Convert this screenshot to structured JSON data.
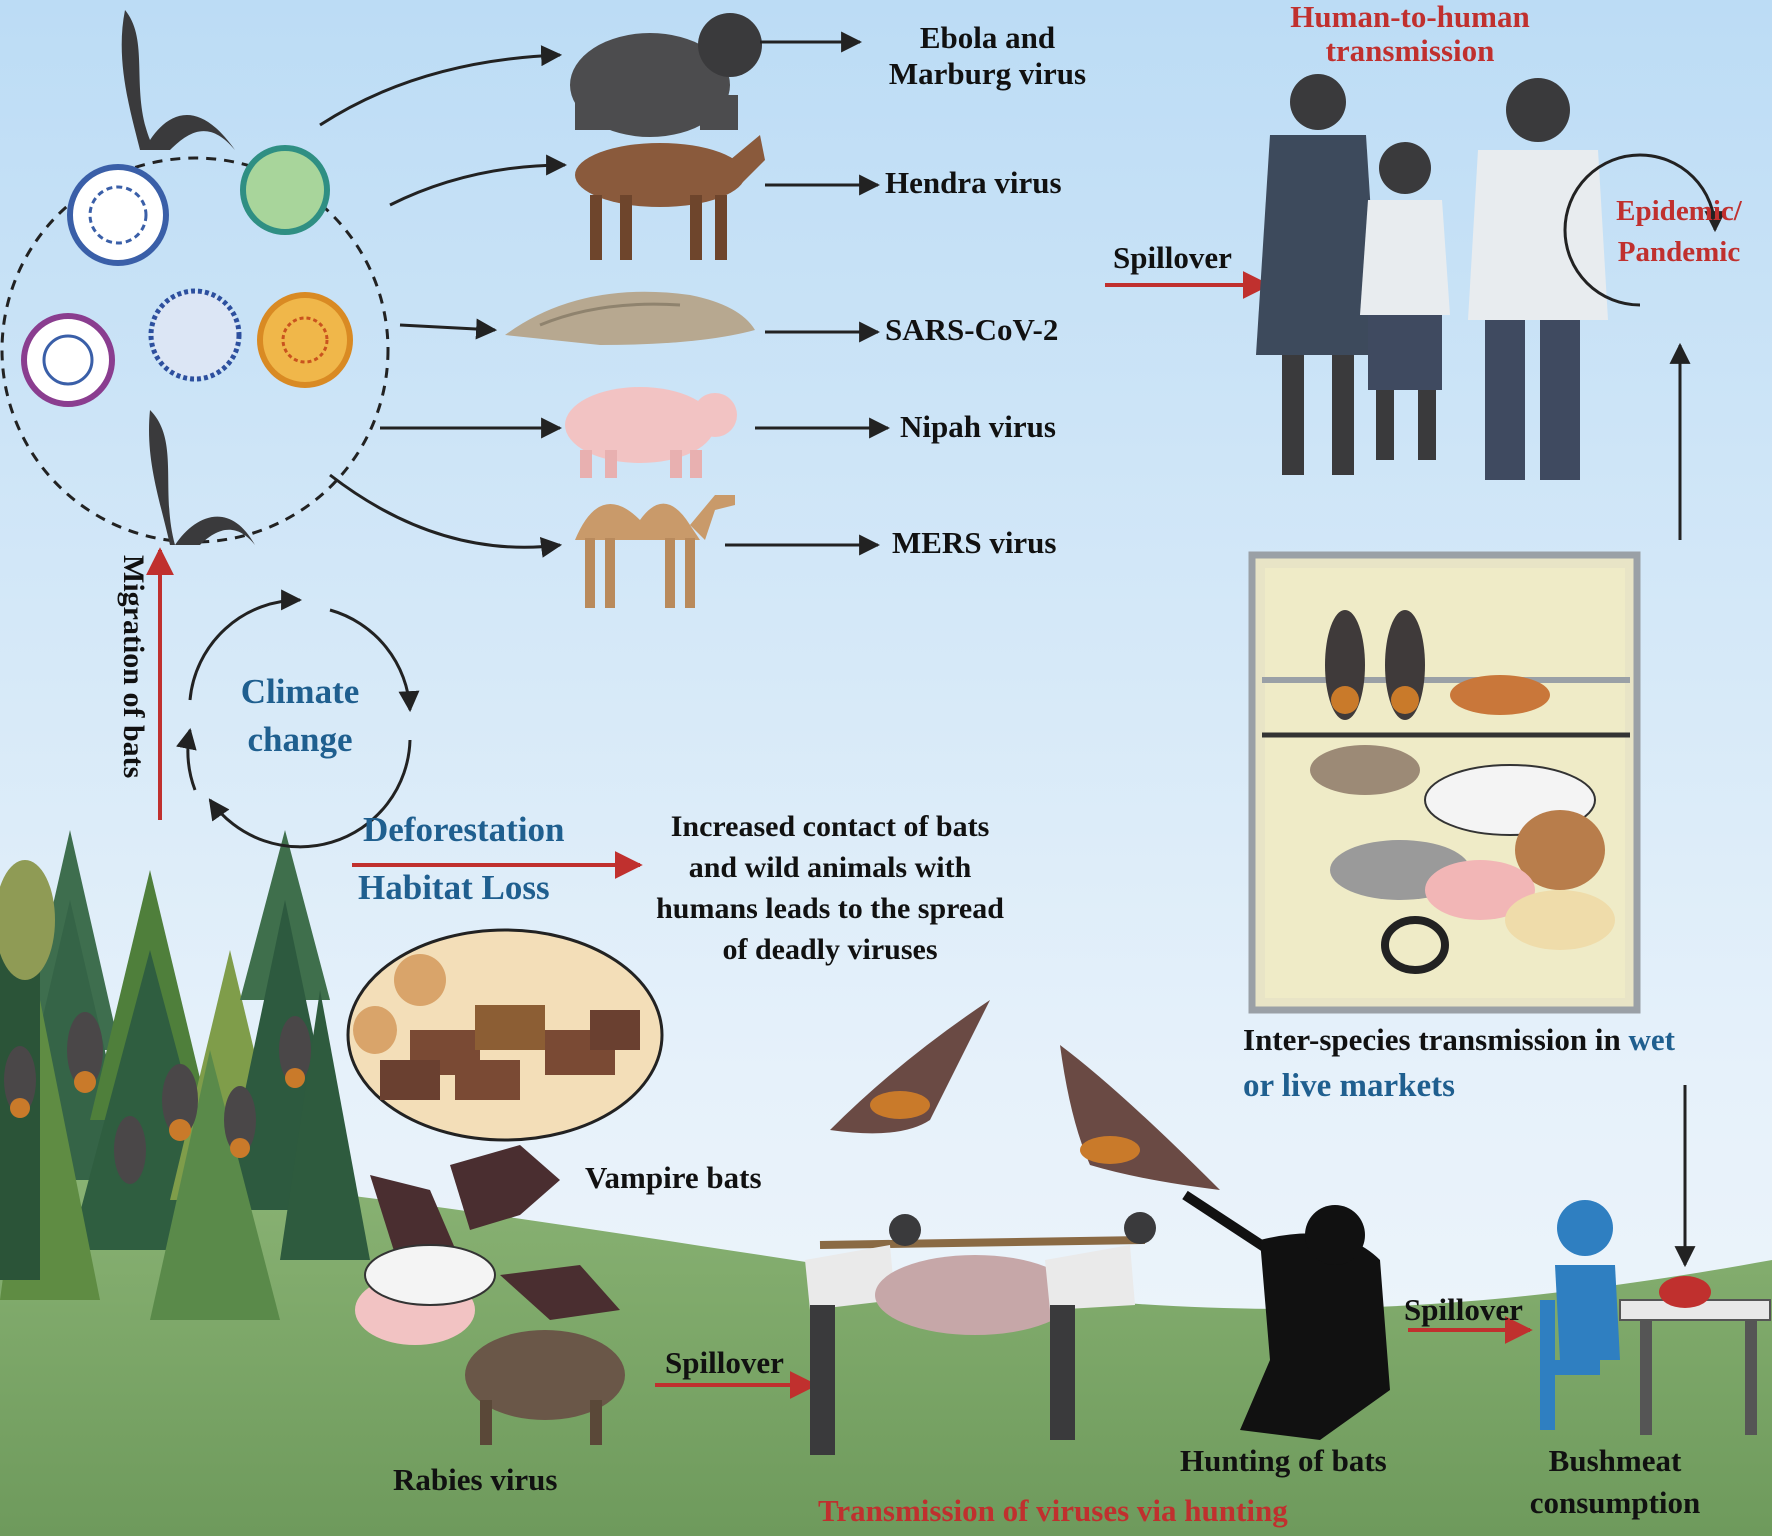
{
  "reservoir": {
    "viruses": [
      "coronavirus-blue",
      "virus-green",
      "virus-purple",
      "virus-blue-dots",
      "virus-orange"
    ]
  },
  "spillover_targets": [
    {
      "animal": "gorilla",
      "virus": "Ebola and Marburg virus"
    },
    {
      "animal": "horse",
      "virus": "Hendra virus"
    },
    {
      "animal": "pangolin",
      "virus": "SARS-CoV-2"
    },
    {
      "animal": "pig",
      "virus": "Nipah virus"
    },
    {
      "animal": "camel",
      "virus": "MERS virus"
    }
  ],
  "labels": {
    "human_to_human": "Human-to-human transmission",
    "spillover": "Spillover",
    "epidemic": "Epidemic/",
    "pandemic": "Pandemic",
    "migration": "Migration of bats",
    "climate_1": "Climate",
    "climate_2": "change",
    "deforestation": "Deforestation",
    "habitat_loss": "Habitat Loss",
    "contact_1": "Increased contact of bats",
    "contact_2": "and wild animals with",
    "contact_3": "humans leads to the spread",
    "contact_4": "of deadly viruses",
    "vampire_bats": "Vampire bats",
    "rabies": "Rabies virus",
    "wet_market_1": "Inter-species transmission in",
    "wet_market_wet": "wet",
    "wet_market_2": "or live markets",
    "hunting": "Hunting of bats",
    "bushmeat_1": "Bushmeat",
    "bushmeat_2": "consumption",
    "via_hunting": "Transmission of viruses via hunting",
    "spillover_hunters": "Spillover",
    "spillover_bushmeat": "Spillover"
  },
  "colors": {
    "sky_top": "#bcdcf5",
    "sky_bottom": "#eef5fb",
    "ground": "#7fa86c",
    "accent_red": "#c0302e",
    "accent_blue": "#1f5f8f",
    "arrow_dark": "#222222"
  }
}
